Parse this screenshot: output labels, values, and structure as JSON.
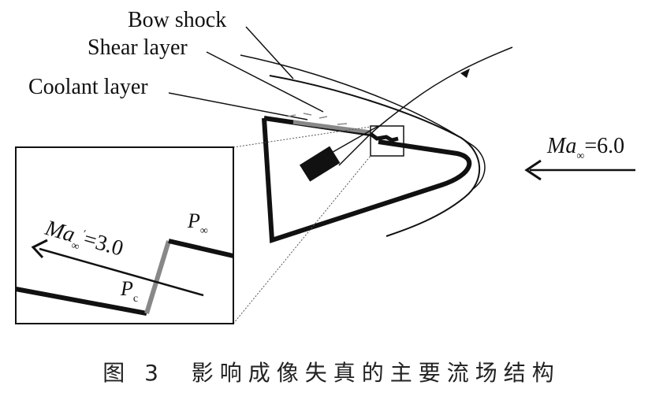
{
  "labels": {
    "bow_shock": "Bow shock",
    "shear_layer": "Shear layer",
    "coolant_layer": "Coolant layer"
  },
  "freestream": {
    "symbol": "Ma",
    "subscript": "∞",
    "value_text": "=6.0"
  },
  "inset": {
    "mach_symbol": "Ma",
    "mach_subscript": "∞",
    "mach_prime": "′",
    "mach_value_text": "=3.0",
    "p_inf_symbol": "P",
    "p_inf_subscript": "∞",
    "p_c_symbol": "P",
    "p_c_subscript": "c"
  },
  "caption": {
    "figure_number": "图 3",
    "text": "影响成像失真的主要流场结构"
  }
}
